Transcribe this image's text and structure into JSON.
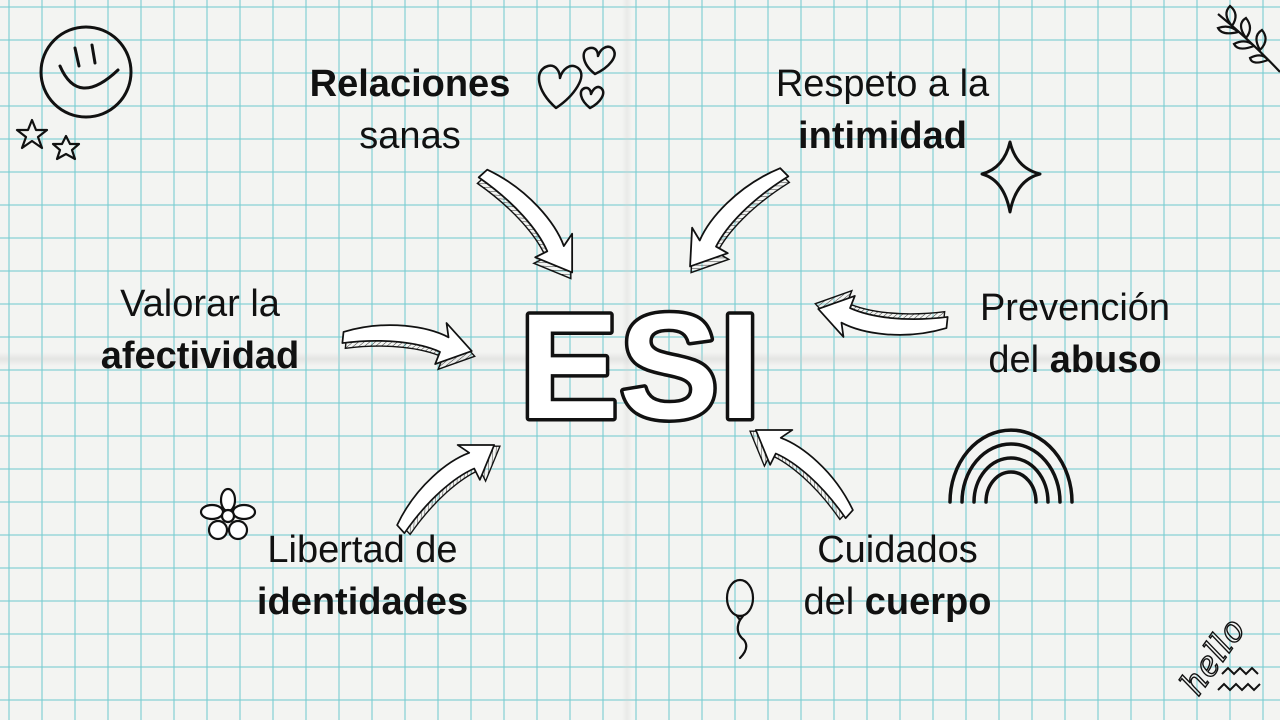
{
  "center": {
    "title": "ESI"
  },
  "topics": [
    {
      "line1": "Relaciones",
      "line1_bold": true,
      "line2": "sanas",
      "line2_bold": false
    },
    {
      "line1": "Respeto a la",
      "line1_bold": false,
      "line2": "intimidad",
      "line2_bold": true
    },
    {
      "line1": "Valorar la",
      "line1_bold": false,
      "line2": "afectividad",
      "line2_bold": true
    },
    {
      "line1": "Prevención",
      "line1_bold": false,
      "line2_prefix": "del ",
      "line2": "abuso",
      "line2_bold": true
    },
    {
      "line1": "Libertad de",
      "line1_bold": false,
      "line2": "identidades",
      "line2_bold": true
    },
    {
      "line1": "Cuidados",
      "line1_bold": false,
      "line2_prefix": "del ",
      "line2": "cuerpo",
      "line2_bold": true
    }
  ],
  "doodles": {
    "hello_text": "hello"
  },
  "colors": {
    "grid": "#7ccdd2",
    "paper": "#f3f4f2",
    "ink": "#111111"
  }
}
